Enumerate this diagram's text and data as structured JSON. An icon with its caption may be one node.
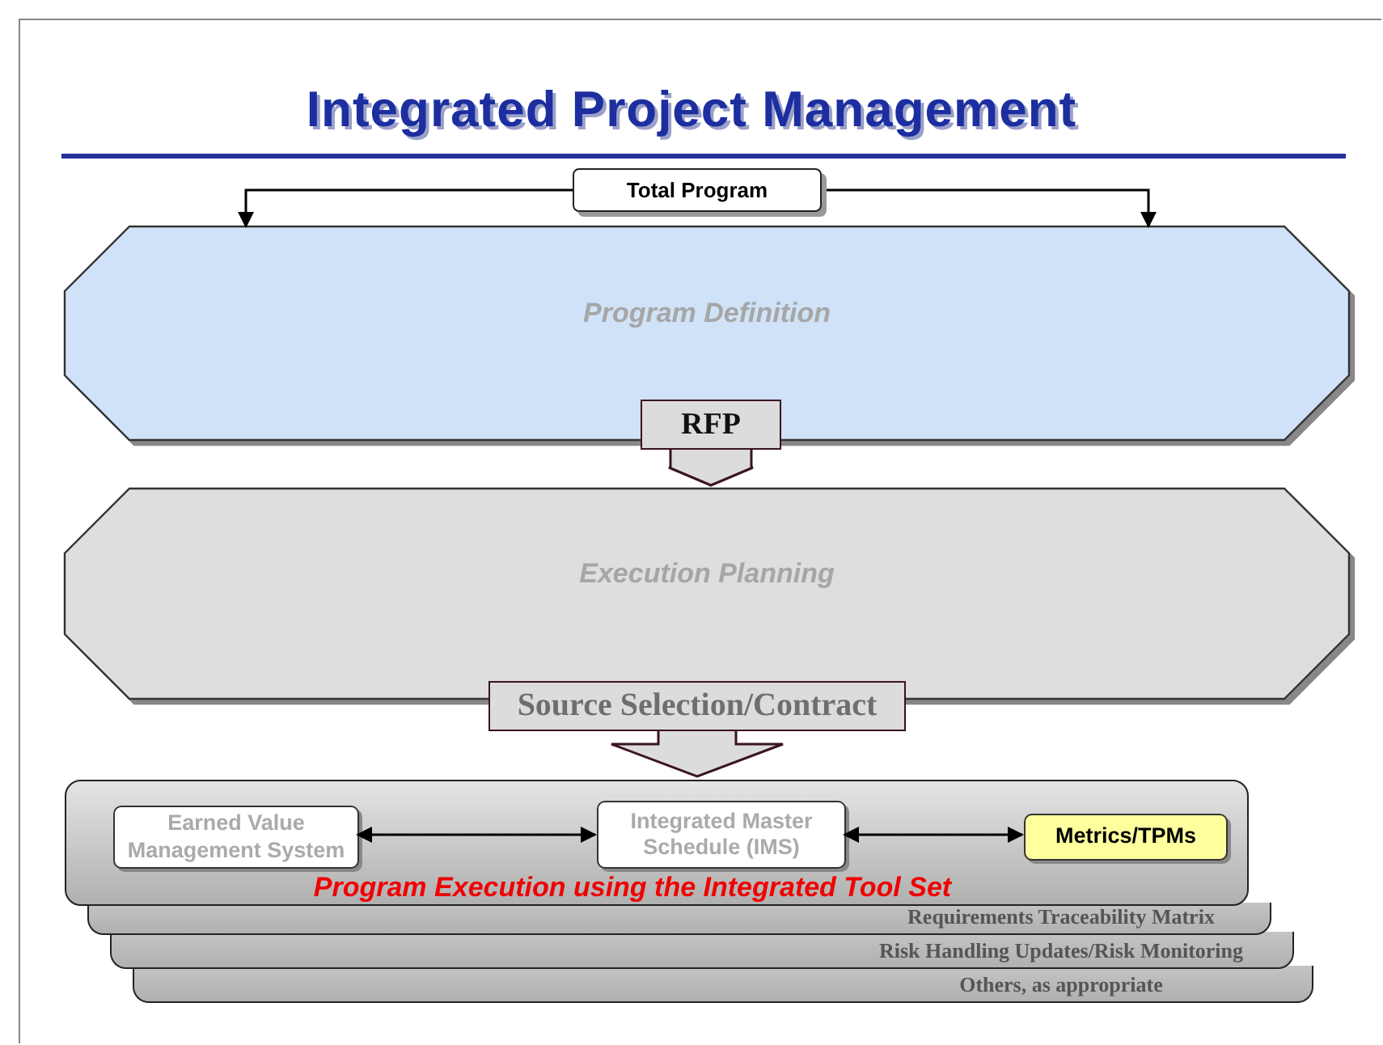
{
  "diagram": {
    "title": "Integrated Project Management",
    "nodes": [
      {
        "text": [
          "Total Program"
        ]
      },
      {
        "text": [
          "Program Definition"
        ]
      },
      {
        "text": [
          "RFP"
        ]
      },
      {
        "text": [
          "Execution Planning"
        ]
      },
      {
        "text": [
          "Source Selection/Contract"
        ]
      },
      {
        "text": [
          "Program Execution using the Integrated Tool Set"
        ]
      },
      {
        "text": [
          "Earned Value Management System"
        ],
        "in": 5
      },
      {
        "text": [
          "Integrated Master Schedule (IMS)"
        ],
        "in": 5
      },
      {
        "text": [
          "Metrics/TPMs"
        ],
        "in": 5
      },
      {
        "text": [
          "Requirements Traceability Matrix"
        ]
      },
      {
        "text": [
          "Risk Handling Updates/Risk Monitoring"
        ]
      },
      {
        "text": [
          "Others, as appropriate"
        ]
      }
    ],
    "edges": [
      {
        "from": 0,
        "to": 1,
        "arrow": "to"
      },
      {
        "from": 0,
        "to": 1,
        "arrow": "to"
      },
      {
        "from": 2,
        "to": 3,
        "arrow": "to",
        "style": "thick"
      },
      {
        "from": 4,
        "to": 5,
        "arrow": "to",
        "style": "thick"
      },
      {
        "from": 6,
        "to": 7,
        "arrow": "both"
      },
      {
        "from": 7,
        "to": 8,
        "arrow": "both"
      }
    ]
  }
}
